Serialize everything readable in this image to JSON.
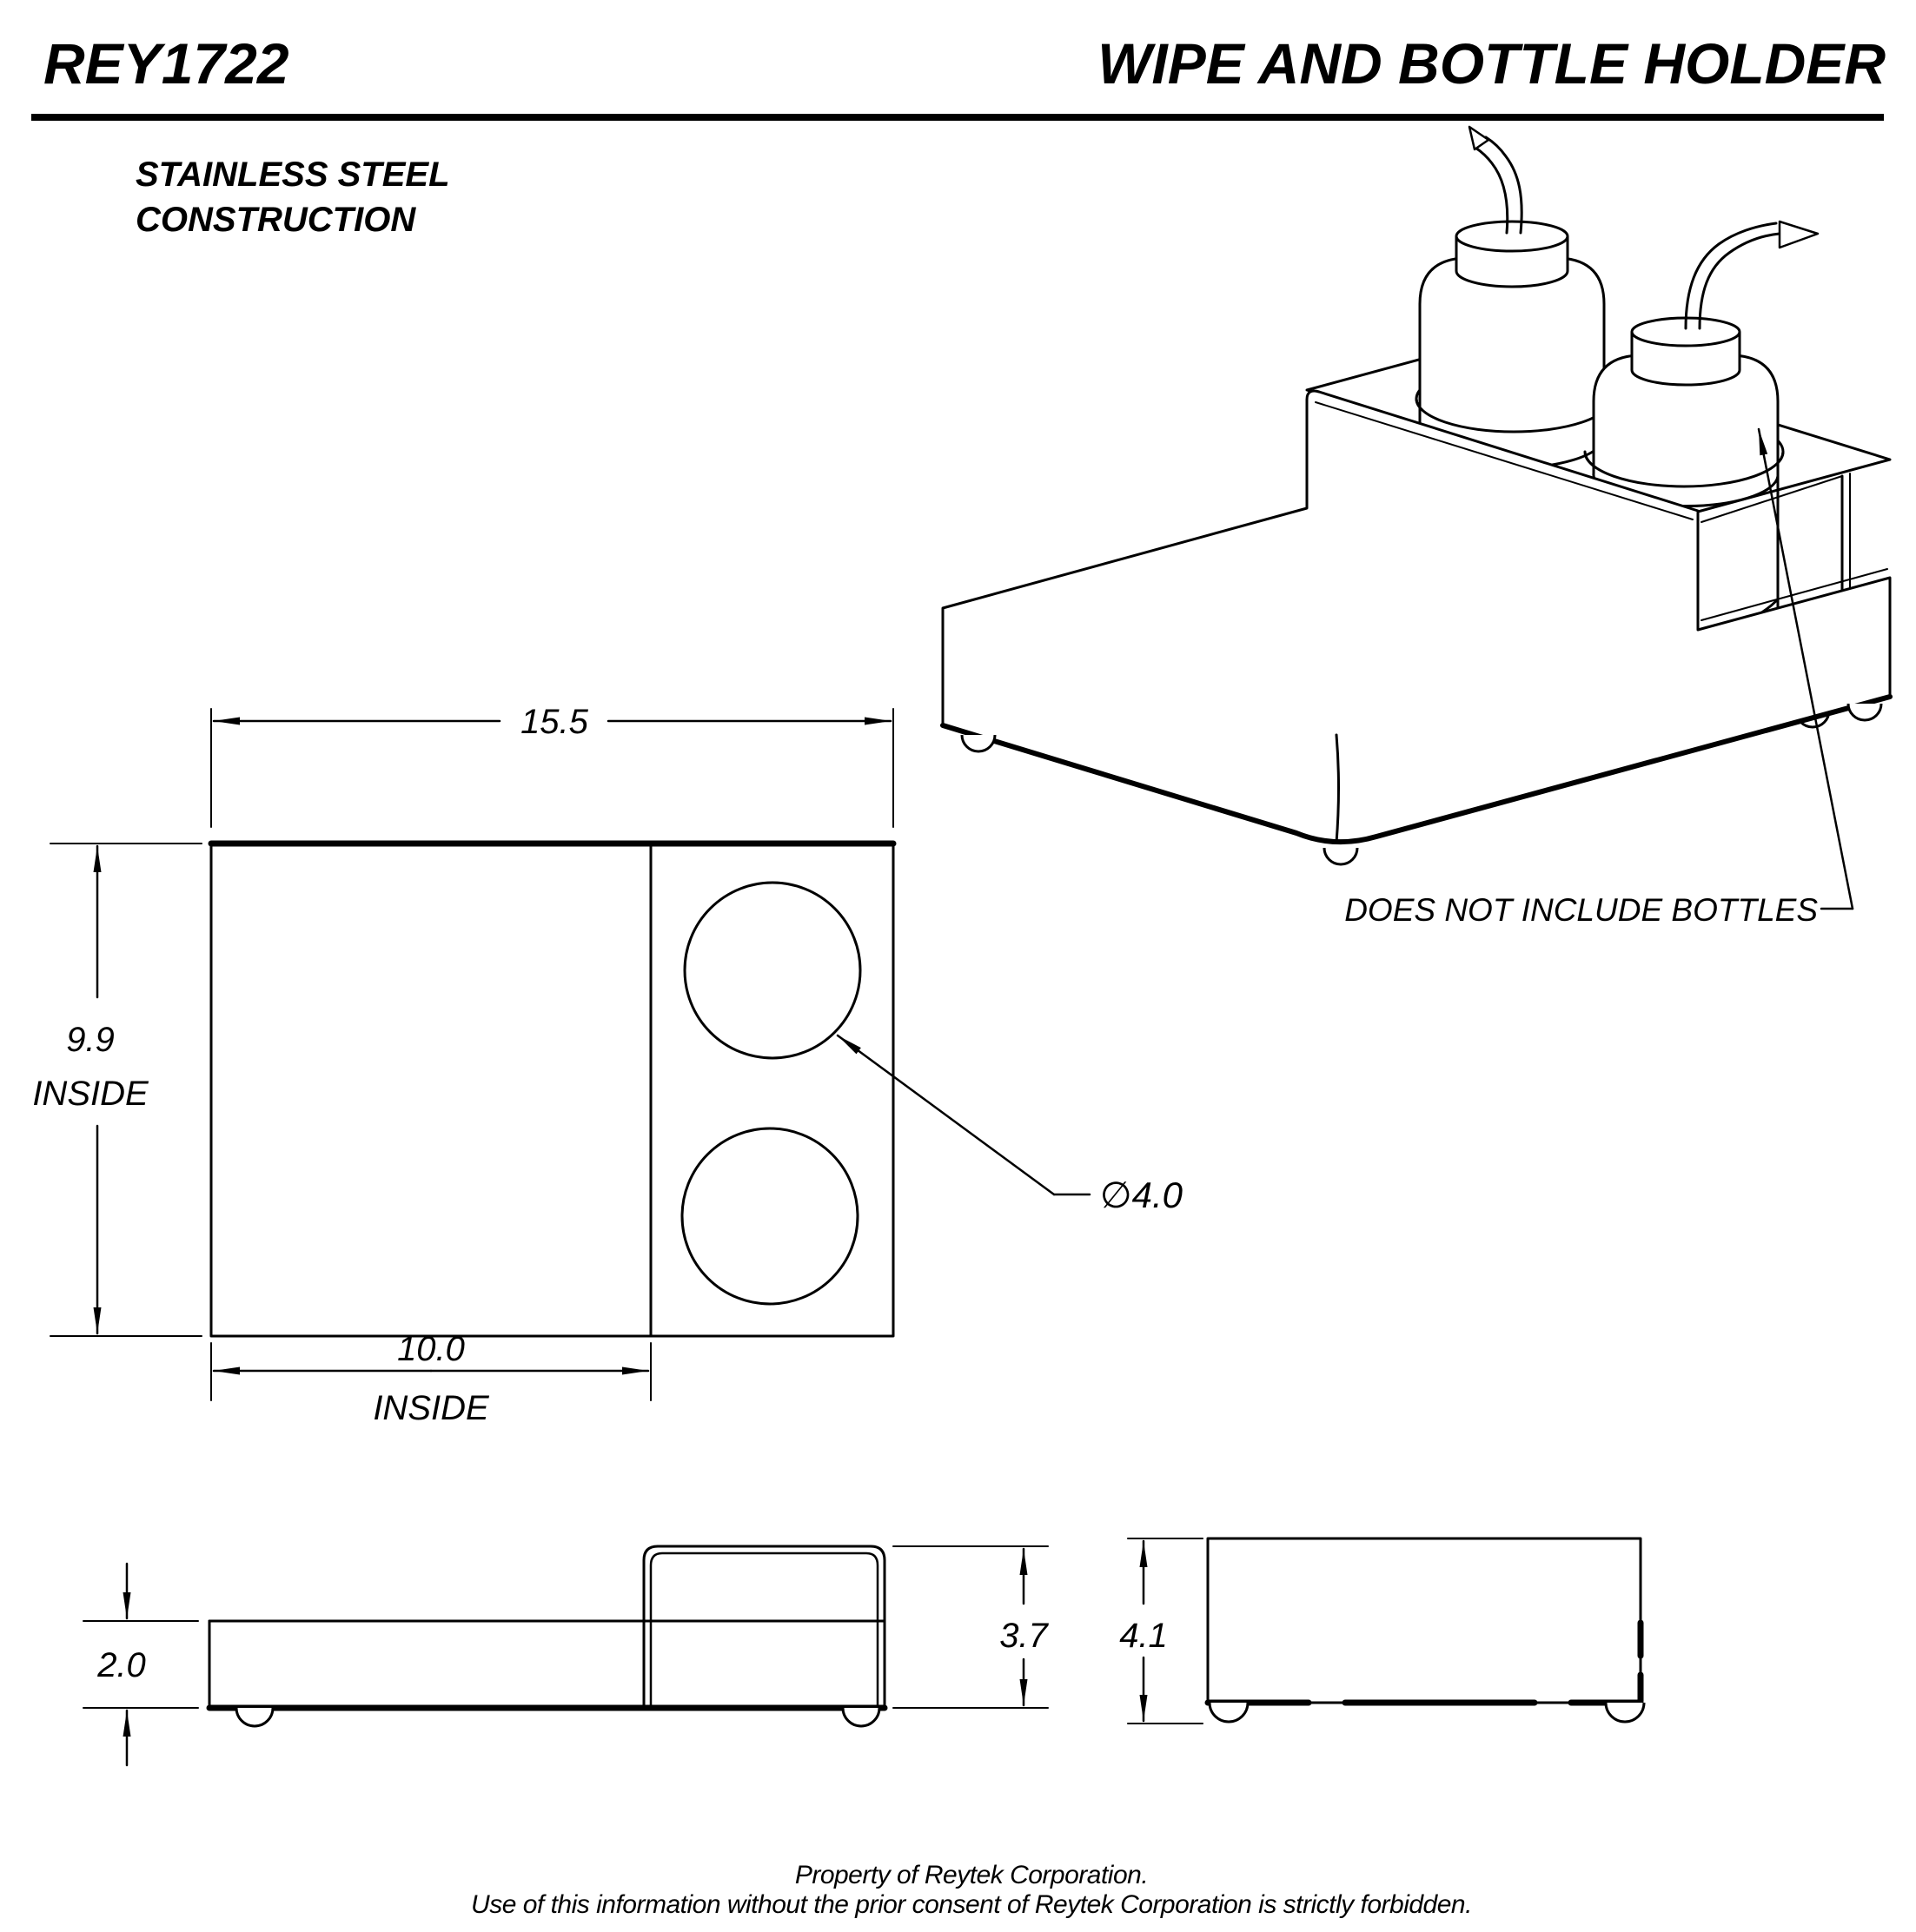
{
  "header": {
    "part_number": "REY1722",
    "title": "WIPE AND BOTTLE HOLDER"
  },
  "material_note": {
    "line1": "STAINLESS STEEL",
    "line2": "CONSTRUCTION"
  },
  "isometric": {
    "note": "DOES NOT INCLUDE BOTTLES"
  },
  "dims": {
    "overall_width": "15.5",
    "inside_depth": "9.9",
    "inside_depth_label": "INSIDE",
    "inside_width": "10.0",
    "inside_width_label": "INSIDE",
    "hole_diameter": "∅4.0",
    "tray_height": "2.0",
    "holder_height": "3.7",
    "overall_height": "4.1"
  },
  "footer": {
    "line1": "Property of Reytek Corporation.",
    "line2": "Use of this information without the prior consent of Reytek Corporation is strictly forbidden."
  }
}
